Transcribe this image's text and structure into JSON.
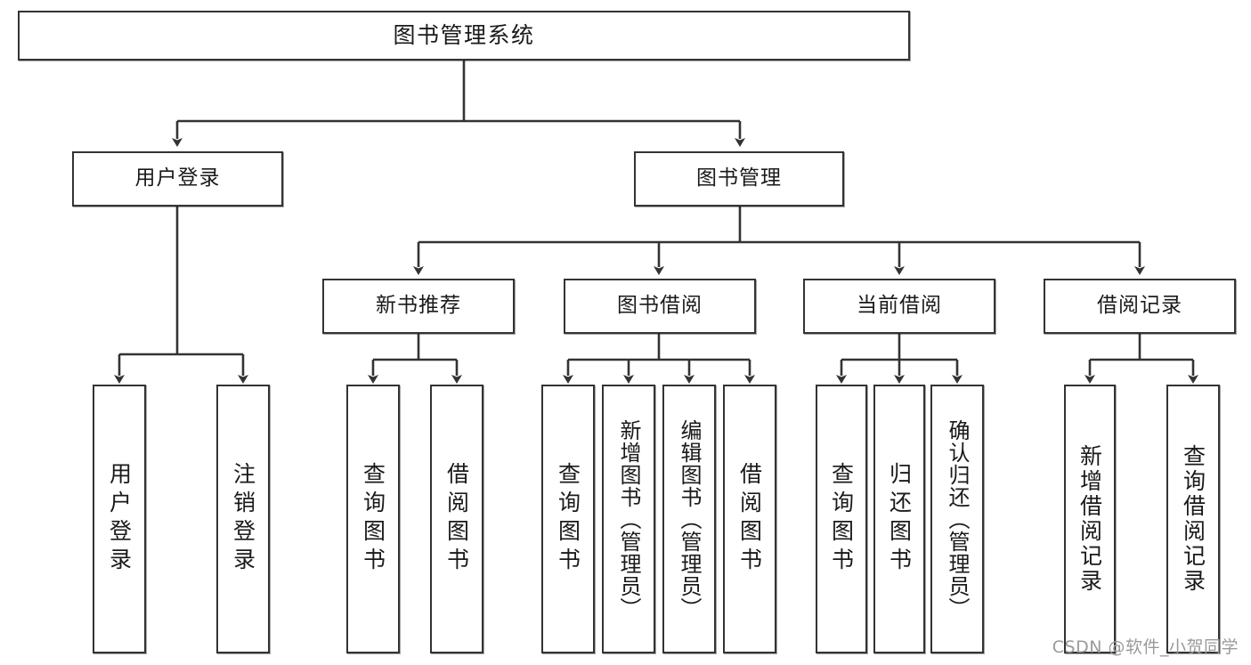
{
  "diagram": {
    "title": "图书管理系统",
    "type": "tree",
    "watermark": "CSDN @软件_小贺同学",
    "colors": {
      "stroke": "#333333",
      "fill": "#ffffff",
      "text": "#1a1a1a",
      "watermark": "#9a9a9a"
    },
    "levels": {
      "root": {
        "label": "图书管理系统"
      },
      "level2": [
        {
          "label": "用户登录"
        },
        {
          "label": "图书管理"
        }
      ],
      "level3": [
        {
          "label": "新书推荐"
        },
        {
          "label": "图书借阅"
        },
        {
          "label": "当前借阅"
        },
        {
          "label": "借阅记录"
        }
      ],
      "leaves": {
        "user_login": [
          {
            "label": "用户登录"
          },
          {
            "label": "注销登录"
          }
        ],
        "new_book": [
          {
            "label": "查询图书"
          },
          {
            "label": "借阅图书"
          }
        ],
        "book_borrow": [
          {
            "label": "查询图书"
          },
          {
            "label": "新增图书（管理员）"
          },
          {
            "label": "编辑图书（管理员）"
          },
          {
            "label": "借阅图书"
          }
        ],
        "current_borrow": [
          {
            "label": "查询图书"
          },
          {
            "label": "归还图书"
          },
          {
            "label": "确认归还（管理员）"
          }
        ],
        "borrow_record": [
          {
            "label": "新增借阅记录"
          },
          {
            "label": "查询借阅记录"
          }
        ]
      }
    }
  }
}
